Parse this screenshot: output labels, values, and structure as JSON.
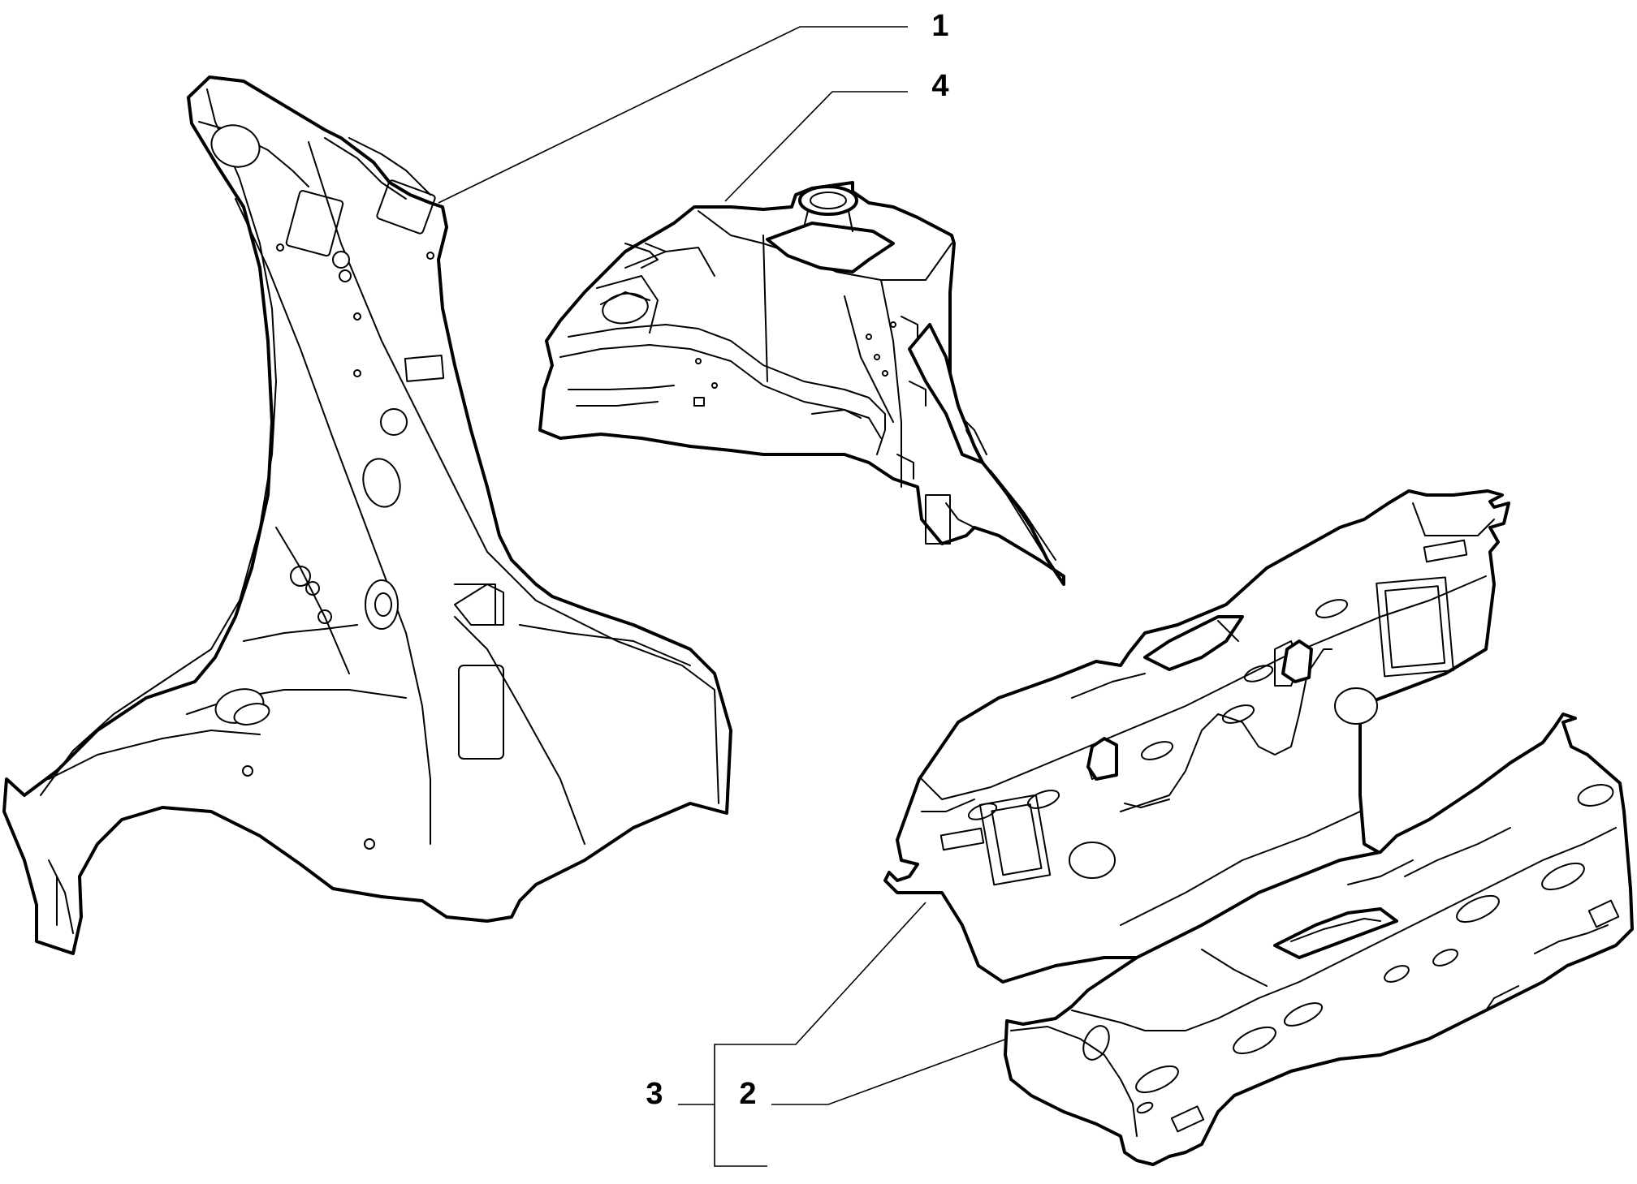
{
  "callouts": [
    {
      "id": "1",
      "label": "1"
    },
    {
      "id": "4",
      "label": "4"
    },
    {
      "id": "3",
      "label": "3"
    },
    {
      "id": "2",
      "label": "2"
    }
  ]
}
